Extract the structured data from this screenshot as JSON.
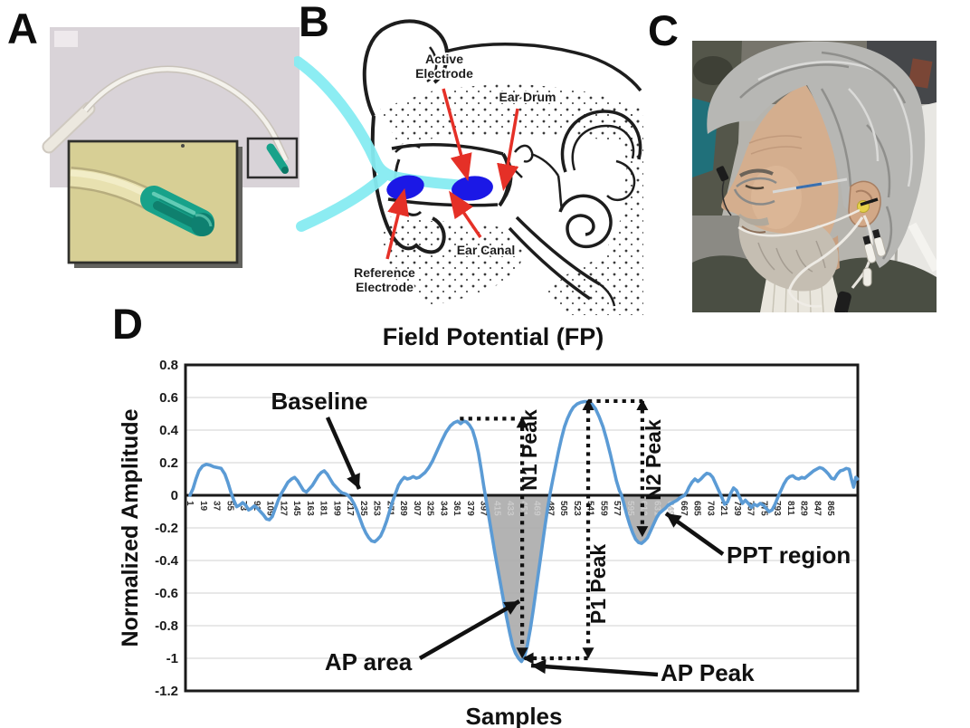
{
  "figure": {
    "panel_a": {
      "letter": "A"
    },
    "panel_b": {
      "letter": "B",
      "labels": {
        "active_line1": "Active",
        "active_line2": "Electrode",
        "ear_drum": "Ear Drum",
        "ear_canal": "Ear Canal",
        "reference_line1": "Reference",
        "reference_line2": "Electrode"
      }
    },
    "panel_c": {
      "letter": "C"
    },
    "panel_d": {
      "letter": "D"
    }
  },
  "colors": {
    "chart_line": "#5B9BD5",
    "chart_area": "#ABABAB",
    "tube_cyan": "#86ECF2",
    "electrode_blue": "#1B18E6",
    "annotation_red": "#E53027",
    "tip_green": "#18A28A"
  },
  "chart_data": {
    "type": "line",
    "title": "Field Potential (FP)",
    "xlabel": "Samples",
    "ylabel": "Normalized Amplitude",
    "ylim": [
      -1.2,
      0.8
    ],
    "y_ticks": [
      0.8,
      0.6,
      0.4,
      0.2,
      0,
      -0.2,
      -0.4,
      -0.6,
      -0.8,
      -1,
      -1.2
    ],
    "x_tick_start": 1,
    "x_tick_step": 18,
    "x_tick_end": 865,
    "grid": true,
    "legend": "none",
    "shaded_x_ticks": [
      415,
      433,
      451,
      469,
      595,
      613,
      631,
      649
    ],
    "shaded_regions": [
      [
        399,
        486
      ],
      [
        583,
        668
      ]
    ],
    "series": [
      {
        "name": "FP",
        "points": [
          [
            1,
            0
          ],
          [
            5,
            0.04
          ],
          [
            9,
            0.1
          ],
          [
            13,
            0.15
          ],
          [
            18,
            0.18
          ],
          [
            23,
            0.19
          ],
          [
            28,
            0.185
          ],
          [
            33,
            0.175
          ],
          [
            38,
            0.17
          ],
          [
            43,
            0.165
          ],
          [
            48,
            0.13
          ],
          [
            52,
            0.08
          ],
          [
            56,
            0.02
          ],
          [
            60,
            -0.03
          ],
          [
            64,
            -0.07
          ],
          [
            68,
            -0.06
          ],
          [
            72,
            -0.045
          ],
          [
            76,
            -0.06
          ],
          [
            80,
            -0.09
          ],
          [
            84,
            -0.08
          ],
          [
            88,
            -0.065
          ],
          [
            92,
            -0.08
          ],
          [
            96,
            -0.1
          ],
          [
            100,
            -0.12
          ],
          [
            104,
            -0.145
          ],
          [
            108,
            -0.15
          ],
          [
            112,
            -0.13
          ],
          [
            116,
            -0.08
          ],
          [
            120,
            -0.03
          ],
          [
            124,
            0.01
          ],
          [
            128,
            0.04
          ],
          [
            133,
            0.08
          ],
          [
            138,
            0.1
          ],
          [
            142,
            0.11
          ],
          [
            146,
            0.09
          ],
          [
            150,
            0.06
          ],
          [
            154,
            0.03
          ],
          [
            158,
            0.02
          ],
          [
            162,
            0.04
          ],
          [
            166,
            0.06
          ],
          [
            170,
            0.09
          ],
          [
            174,
            0.12
          ],
          [
            178,
            0.14
          ],
          [
            182,
            0.15
          ],
          [
            186,
            0.13
          ],
          [
            190,
            0.1
          ],
          [
            194,
            0.07
          ],
          [
            198,
            0.05
          ],
          [
            202,
            0.03
          ],
          [
            206,
            0.015
          ],
          [
            210,
            0.01
          ],
          [
            214,
            0
          ],
          [
            218,
            -0.02
          ],
          [
            222,
            -0.05
          ],
          [
            226,
            -0.09
          ],
          [
            230,
            -0.14
          ],
          [
            234,
            -0.19
          ],
          [
            238,
            -0.23
          ],
          [
            242,
            -0.26
          ],
          [
            246,
            -0.28
          ],
          [
            250,
            -0.285
          ],
          [
            254,
            -0.27
          ],
          [
            258,
            -0.25
          ],
          [
            262,
            -0.21
          ],
          [
            266,
            -0.16
          ],
          [
            270,
            -0.1
          ],
          [
            274,
            -0.04
          ],
          [
            278,
            0.01
          ],
          [
            282,
            0.06
          ],
          [
            286,
            0.09
          ],
          [
            290,
            0.11
          ],
          [
            294,
            0.1
          ],
          [
            298,
            0.105
          ],
          [
            302,
            0.115
          ],
          [
            306,
            0.105
          ],
          [
            310,
            0.11
          ],
          [
            314,
            0.125
          ],
          [
            318,
            0.14
          ],
          [
            323,
            0.17
          ],
          [
            328,
            0.21
          ],
          [
            334,
            0.27
          ],
          [
            340,
            0.33
          ],
          [
            346,
            0.385
          ],
          [
            352,
            0.425
          ],
          [
            357,
            0.445
          ],
          [
            362,
            0.455
          ],
          [
            366,
            0.44
          ],
          [
            370,
            0.455
          ],
          [
            374,
            0.45
          ],
          [
            378,
            0.43
          ],
          [
            382,
            0.4
          ],
          [
            386,
            0.34
          ],
          [
            390,
            0.26
          ],
          [
            394,
            0.15
          ],
          [
            397,
            0.06
          ],
          [
            400,
            -0.02
          ],
          [
            404,
            -0.13
          ],
          [
            408,
            -0.24
          ],
          [
            412,
            -0.35
          ],
          [
            416,
            -0.45
          ],
          [
            420,
            -0.55
          ],
          [
            424,
            -0.65
          ],
          [
            428,
            -0.75
          ],
          [
            432,
            -0.84
          ],
          [
            436,
            -0.92
          ],
          [
            440,
            -0.97
          ],
          [
            444,
            -1.0
          ],
          [
            448,
            -1.02
          ],
          [
            452,
            -0.99
          ],
          [
            456,
            -0.92
          ],
          [
            460,
            -0.82
          ],
          [
            464,
            -0.7
          ],
          [
            468,
            -0.57
          ],
          [
            472,
            -0.44
          ],
          [
            476,
            -0.31
          ],
          [
            480,
            -0.18
          ],
          [
            484,
            -0.06
          ],
          [
            487,
            0.02
          ],
          [
            490,
            0.09
          ],
          [
            494,
            0.18
          ],
          [
            498,
            0.27
          ],
          [
            502,
            0.35
          ],
          [
            506,
            0.42
          ],
          [
            510,
            0.47
          ],
          [
            514,
            0.51
          ],
          [
            518,
            0.54
          ],
          [
            523,
            0.56
          ],
          [
            528,
            0.57
          ],
          [
            533,
            0.575
          ],
          [
            538,
            0.575
          ],
          [
            543,
            0.56
          ],
          [
            548,
            0.53
          ],
          [
            553,
            0.48
          ],
          [
            558,
            0.42
          ],
          [
            563,
            0.34
          ],
          [
            568,
            0.25
          ],
          [
            572,
            0.17
          ],
          [
            576,
            0.09
          ],
          [
            580,
            0.03
          ],
          [
            583,
            0
          ],
          [
            586,
            -0.05
          ],
          [
            590,
            -0.12
          ],
          [
            594,
            -0.18
          ],
          [
            598,
            -0.23
          ],
          [
            602,
            -0.27
          ],
          [
            606,
            -0.29
          ],
          [
            610,
            -0.295
          ],
          [
            614,
            -0.28
          ],
          [
            618,
            -0.26
          ],
          [
            622,
            -0.22
          ],
          [
            626,
            -0.18
          ],
          [
            630,
            -0.14
          ],
          [
            634,
            -0.11
          ],
          [
            638,
            -0.095
          ],
          [
            642,
            -0.08
          ],
          [
            646,
            -0.06
          ],
          [
            650,
            -0.05
          ],
          [
            654,
            -0.04
          ],
          [
            658,
            -0.03
          ],
          [
            662,
            -0.015
          ],
          [
            666,
            -0.005
          ],
          [
            668,
            0
          ],
          [
            671,
            0.02
          ],
          [
            674,
            0.05
          ],
          [
            678,
            0.08
          ],
          [
            682,
            0.1
          ],
          [
            686,
            0.085
          ],
          [
            690,
            0.1
          ],
          [
            694,
            0.12
          ],
          [
            698,
            0.135
          ],
          [
            702,
            0.13
          ],
          [
            706,
            0.11
          ],
          [
            710,
            0.07
          ],
          [
            714,
            0.03
          ],
          [
            718,
            -0.01
          ],
          [
            722,
            -0.055
          ],
          [
            726,
            -0.04
          ],
          [
            730,
            0.01
          ],
          [
            734,
            0.045
          ],
          [
            738,
            0.03
          ],
          [
            742,
            -0.01
          ],
          [
            746,
            -0.05
          ],
          [
            750,
            -0.03
          ],
          [
            754,
            -0.05
          ],
          [
            758,
            -0.075
          ],
          [
            762,
            -0.055
          ],
          [
            766,
            -0.065
          ],
          [
            770,
            -0.05
          ],
          [
            774,
            -0.06
          ],
          [
            778,
            -0.08
          ],
          [
            782,
            -0.1
          ],
          [
            786,
            -0.09
          ],
          [
            790,
            -0.055
          ],
          [
            794,
            -0.01
          ],
          [
            798,
            0.03
          ],
          [
            802,
            0.07
          ],
          [
            806,
            0.1
          ],
          [
            810,
            0.115
          ],
          [
            814,
            0.12
          ],
          [
            818,
            0.105
          ],
          [
            822,
            0.1
          ],
          [
            826,
            0.11
          ],
          [
            830,
            0.105
          ],
          [
            834,
            0.12
          ],
          [
            838,
            0.135
          ],
          [
            842,
            0.15
          ],
          [
            846,
            0.16
          ],
          [
            850,
            0.17
          ],
          [
            854,
            0.165
          ],
          [
            858,
            0.15
          ],
          [
            862,
            0.13
          ],
          [
            866,
            0.105
          ],
          [
            870,
            0.1
          ],
          [
            874,
            0.13
          ],
          [
            878,
            0.15
          ],
          [
            882,
            0.155
          ],
          [
            886,
            0.165
          ],
          [
            890,
            0.16
          ],
          [
            893,
            0.1
          ],
          [
            896,
            0.05
          ],
          [
            899,
            0.11
          ],
          [
            901,
            0.1
          ]
        ]
      }
    ],
    "annotations": {
      "baseline": {
        "label": "Baseline",
        "points_to_sample": 232
      },
      "n1": {
        "label": "N1 Peak",
        "line_sample": 449,
        "top_value": 0.47,
        "bottom_value": -0.99,
        "peak_ref_sample": 365
      },
      "p1": {
        "label": "P1 Peak",
        "line_sample": 538,
        "top_value": 0.578,
        "bottom_value": -0.99,
        "trough_ref_sample": 452
      },
      "n2": {
        "label": "N2 Peak",
        "line_sample": 611,
        "top_value": 0.578,
        "bottom_value": -0.245
      },
      "ap_area": {
        "label": "AP area"
      },
      "ap_peak": {
        "label": "AP Peak",
        "peak_sample": 449,
        "peak_value": -1.02
      },
      "ppt": {
        "label": "PPT region"
      }
    }
  }
}
